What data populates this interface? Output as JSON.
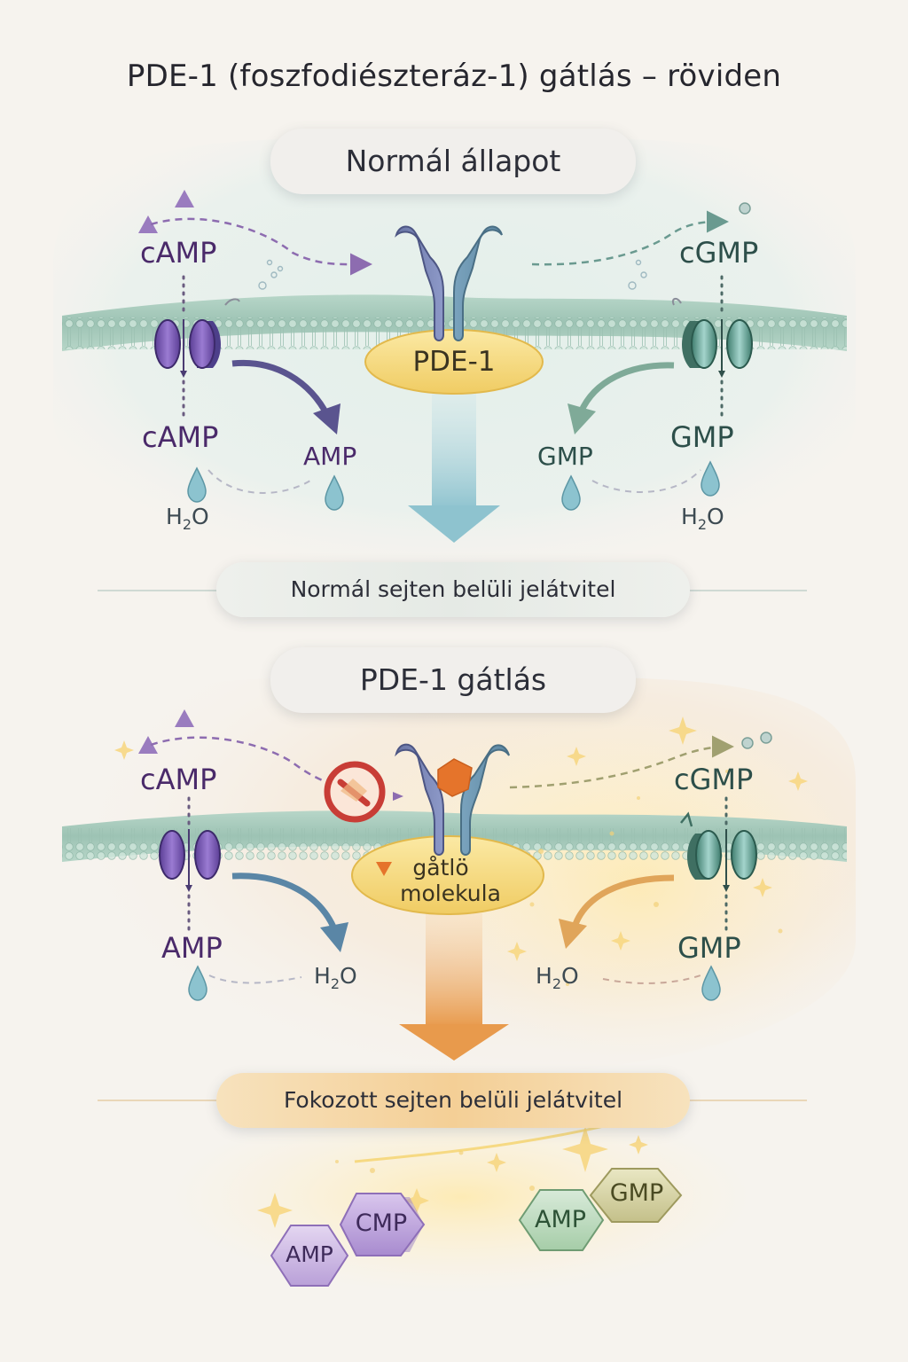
{
  "title": "PDE-1 (foszfodiészteráz-1) gátlás – röviden",
  "normal": {
    "header": "Normál állapot",
    "left": {
      "top": "cAMP",
      "bottom": "cAMP",
      "product": "AMP",
      "water": "H",
      "water_sub": "2",
      "water_end": "O"
    },
    "right": {
      "top": "cGMP",
      "bottom": "GMP",
      "product": "GMP",
      "water": "H",
      "water_sub": "2",
      "water_end": "O"
    },
    "enzyme": "PDE-1",
    "footer": "Normál sejten belüli jelátvitel"
  },
  "inhibition": {
    "header": "PDE-1 gátlás",
    "left": {
      "top": "cAMP",
      "bottom": "AMP",
      "water": "H",
      "water_sub": "2",
      "water_end": "O"
    },
    "right": {
      "top": "cGMP",
      "bottom": "GMP",
      "water": "H",
      "water_sub": "2",
      "water_end": "O"
    },
    "inhibitor_line1": "gåtlö",
    "inhibitor_line2": "molekula",
    "footer": "Fokozott sejten belüli jelátvitel"
  },
  "result_hexagons": {
    "left": [
      "AMP",
      "CMP"
    ],
    "right": [
      "AMP",
      "GMP"
    ]
  },
  "colors": {
    "camp": "#4a2a6a",
    "cgmp": "#2d4f4a",
    "membrane": "#a9cbbd",
    "enzyme_pill": "#f5dc85",
    "normal_arrow": "#9cc9d2",
    "inhibition_arrow": "#eaa45a",
    "inhibitor": "#e5742b",
    "stop_sign": "#c83d36"
  },
  "icons": [
    "triangle-icon",
    "channel-icon",
    "receptor-icon",
    "water-drop-icon",
    "stop-icon",
    "sparkle-icon",
    "hexagon-icon"
  ]
}
